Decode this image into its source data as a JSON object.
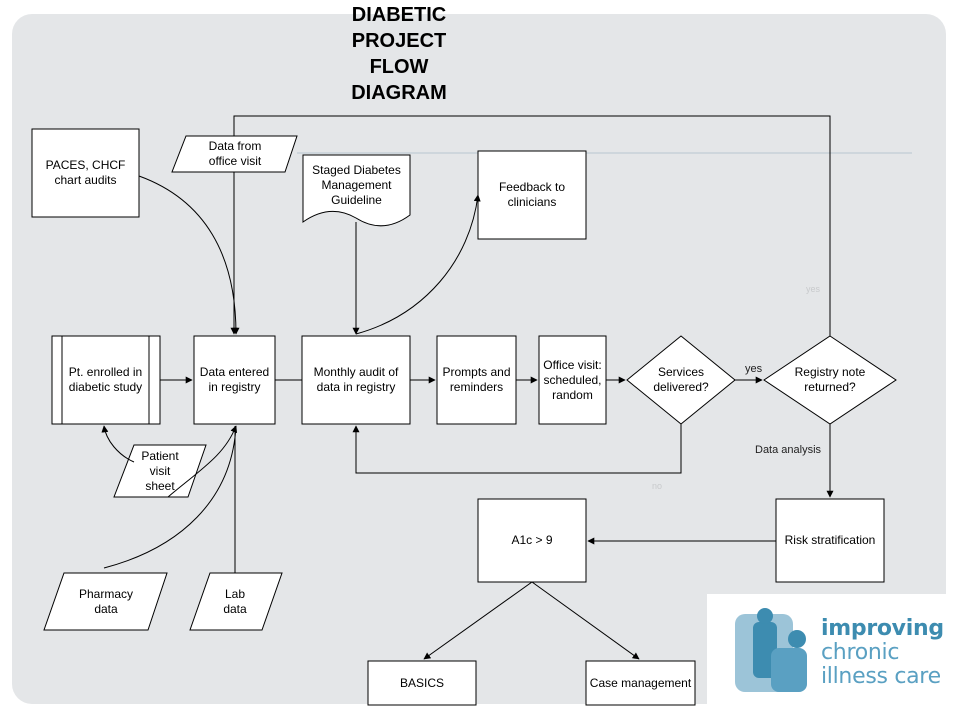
{
  "title": "DIABETIC\nPROJECT\nFLOW\nDIAGRAM",
  "nodes": {
    "paces": "PACES, CHCF\nchart audits",
    "office_data": "Data from\noffice visit",
    "staged": "Staged Diabetes\nManagement\nGuideline",
    "feedback": "Feedback to\nclinicians",
    "enrolled": "Pt. enrolled in\ndiabetic study",
    "data_entered": "Data entered\nin registry",
    "monthly_audit": "Monthly audit of\ndata in registry",
    "prompts": "Prompts and\nreminders",
    "office_visit": "Office visit:\nscheduled,\nrandom",
    "services": "Services\ndelivered?",
    "registry_note": "Registry note\nreturned?",
    "patient_sheet": "Patient\nvisit\nsheet",
    "pharmacy": "Pharmacy\ndata",
    "lab": "Lab\ndata",
    "risk": "Risk stratification",
    "a1c": "A1c > 9",
    "basics": "BASICS",
    "case_mgmt": "Case management"
  },
  "edge_labels": {
    "yes_services": "yes",
    "data_analysis": "Data analysis",
    "yes_faint": "yes",
    "no_faint": "no"
  },
  "logo": {
    "line1": "improving",
    "line2": "chronic",
    "line3": "illness care"
  },
  "colors": {
    "background_panel": "#e4e6e8",
    "shape_fill": "#ffffff",
    "stroke": "#000000",
    "logo_blue": "#3d8cb0",
    "logo_light": "#9cc4d8"
  }
}
